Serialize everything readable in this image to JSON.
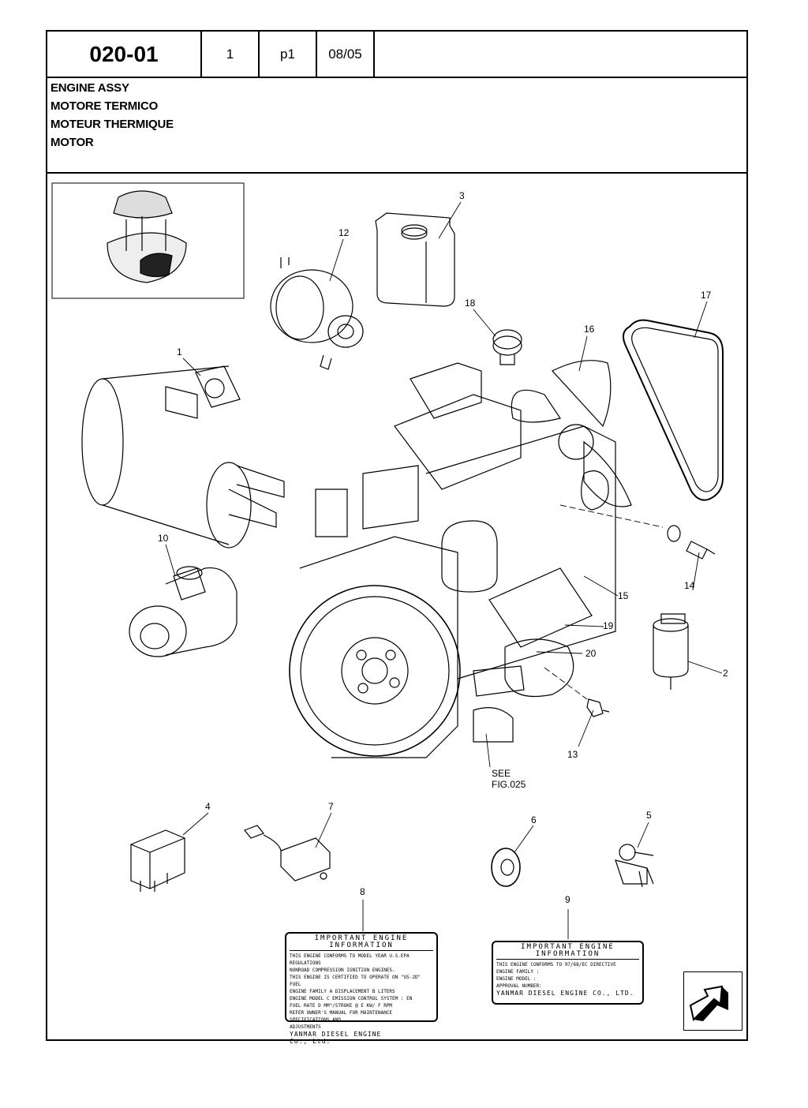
{
  "header": {
    "code": "020-01",
    "sheet": "1",
    "page": "p1",
    "date": "08/05"
  },
  "titles": [
    "ENGINE ASSY",
    "MOTORE TERMICO",
    "MOTEUR THERMIQUE",
    "MOTOR"
  ],
  "callouts": {
    "n1": "1",
    "n2": "2",
    "n3": "3",
    "n4": "4",
    "n5": "5",
    "n6": "6",
    "n7": "7",
    "n8": "8",
    "n9": "9",
    "n10": "10",
    "n12": "12",
    "n13": "13",
    "n14": "14",
    "n15": "15",
    "n16": "16",
    "n17": "17",
    "n18": "18",
    "n19": "19",
    "n20": "20"
  },
  "see_ref": {
    "line1": "SEE",
    "line2": "FIG.025"
  },
  "label_plate_8": {
    "heading": "IMPORTANT ENGINE INFORMATION",
    "line1": "THIS ENGINE CONFORMS TO  MODEL YEAR U.S.EPA REGULATIONS",
    "line2": "NONROAD COMPRESSION IGNITION ENGINES.",
    "line3": "THIS ENGINE IS CERTIFIED TO OPERATE ON \"US-2D\" FUEL",
    "line4": "ENGINE FAMILY  A  DISPLACEMENT  B  LITERS",
    "line5": "ENGINE MODEL  C  EMISSION CONTROL SYSTEM : EN",
    "line6": "FUEL RATE  D  MM³/STROKE @  E  KW/  F  RPM",
    "line7": "REFER OWNER'S MANUAL FOR MAINTENANCE SPECIFICATIONS AND",
    "line8": "ADJUSTMENTS",
    "footer1": "YANMAR DIESEL ENGINE",
    "footer2": "Co., Ltd."
  },
  "label_plate_9": {
    "heading": "IMPORTANT ENGINE INFORMATION",
    "line1": "THIS ENGINE CONFORMS TO 97/68/EC DIRECTIVE",
    "line2": "ENGINE FAMILY  :",
    "line3": "ENGINE MODEL  :",
    "line4": "APPROVAL NUMBER:",
    "footer": "YANMAR DIESEL ENGINE CO., LTD."
  },
  "icons": {
    "nav": "next-page-arrow-icon"
  }
}
